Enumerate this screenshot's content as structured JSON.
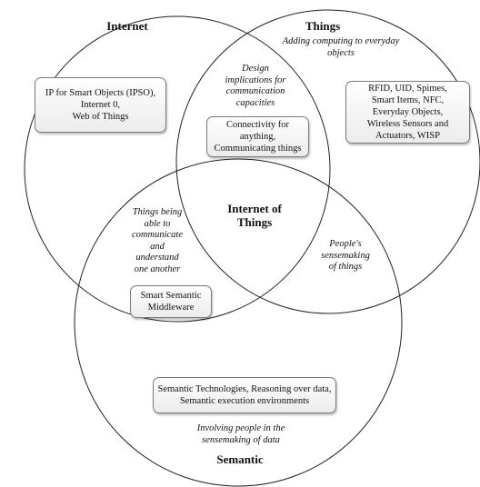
{
  "sets": {
    "internet": {
      "title": "Internet",
      "box": [
        "IP for Smart Objects (IPSO),",
        "Internet 0,",
        "Web of Things"
      ]
    },
    "things": {
      "title": "Things",
      "note": [
        "Adding computing to everyday",
        "objects"
      ],
      "box": [
        "RFID, UID, Spimes,",
        "Smart Items, NFC,",
        "Everyday Objects,",
        "Wireless Sensors and",
        "Actuators, WISP"
      ]
    },
    "semantic": {
      "title": "Semantic",
      "note": [
        "Involving people in the",
        "sensemaking of data"
      ],
      "box": [
        "Semantic Technologies, Reasoning over data,",
        "Semantic execution environments"
      ]
    }
  },
  "intersections": {
    "internet_things": {
      "note": [
        "Design",
        "implications for",
        "communication",
        "capacities"
      ],
      "box": [
        "Connectivity for",
        "anything,",
        "Communicating things"
      ]
    },
    "internet_semantic": {
      "note": [
        "Things being",
        "able to",
        "communicate",
        "and",
        "understand",
        "one another"
      ],
      "box": [
        "Smart Semantic",
        "Middleware"
      ]
    },
    "things_semantic": {
      "note": [
        "People's",
        "sensemaking",
        "of things"
      ]
    },
    "center": {
      "title": [
        "Internet of",
        "Things"
      ]
    }
  }
}
